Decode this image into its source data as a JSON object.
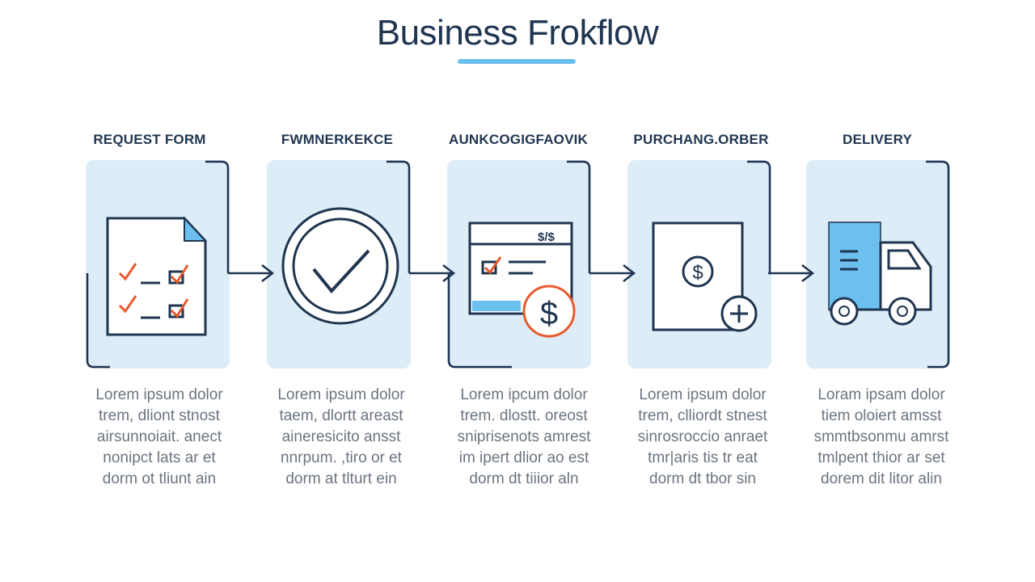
{
  "title": "Business Frokflow",
  "colors": {
    "navy": "#1f3550",
    "card_bg": "#dcedf8",
    "accent_blue": "#6cc0ef",
    "accent_orange": "#e85a2c",
    "text_gray": "#6a7480"
  },
  "steps": [
    {
      "label": "REQUEST FORM",
      "icon": "checklist-document-icon",
      "description": [
        "Lorem ipsum dolor",
        "trem, dliont stnost",
        "airsunnoiait. anect",
        "nonipct lats ar et",
        "dorm ot tliunt ain"
      ]
    },
    {
      "label": "FWMNERKEKCE",
      "icon": "check-circle-icon",
      "description": [
        "Lorem ipsum dolor",
        "taem, dlortt areast",
        "aineresicito ansst",
        "nnrpum. ,tiro or et",
        "dorm at tlturt ein"
      ]
    },
    {
      "label": "AUNKCOGIGFAOVIK",
      "icon": "invoice-dollar-icon",
      "description": [
        "Lorem ipcum dolor",
        "trem. dlostt. oreost",
        "sniprisenots amrest",
        "im ipert dlior ao est",
        "dorm dt tiiior aln"
      ]
    },
    {
      "label": "PURCHANG.ORBER",
      "icon": "purchase-order-add-icon",
      "description": [
        "Lorem ipsum dolor",
        "trem, clliordt stnest",
        "sinrosroccio anraet",
        "tmr|aris tis tr eat",
        "dorm dt tbor sin"
      ]
    },
    {
      "label": "DELIVERY",
      "icon": "delivery-truck-icon",
      "description": [
        "Loram ipsam dolor",
        "tiem oloiert amsst",
        "smmtbsonmu amrst",
        "tmlpent thior ar set",
        "dorem dit litor alin"
      ]
    }
  ]
}
